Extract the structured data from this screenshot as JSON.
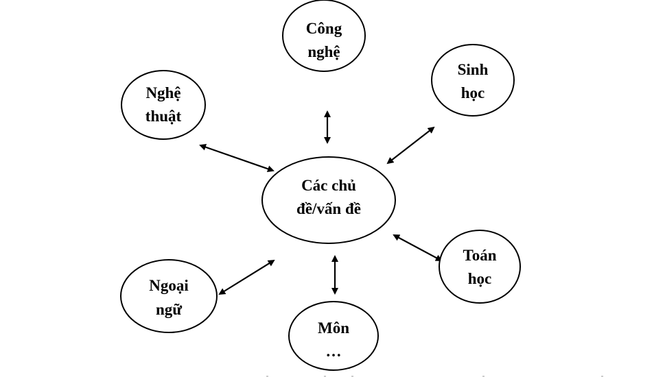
{
  "diagram": {
    "title": "",
    "center": {
      "id": "center",
      "lines": [
        "Các chủ",
        "đề/vấn đề"
      ]
    },
    "nodes": [
      {
        "id": "cong-nghe",
        "lines": [
          "Công",
          "nghệ"
        ]
      },
      {
        "id": "sinh-hoc",
        "lines": [
          "Sinh",
          "học"
        ]
      },
      {
        "id": "nghe-thuat",
        "lines": [
          "Nghệ",
          "thuật"
        ]
      },
      {
        "id": "toan-hoc",
        "lines": [
          "Toán",
          "học"
        ]
      },
      {
        "id": "ngoai-ngu",
        "lines": [
          "Ngoại",
          "ngữ"
        ]
      },
      {
        "id": "mon-khac",
        "lines": [
          "Môn",
          "…"
        ]
      }
    ],
    "edges": [
      {
        "from": "center",
        "to": "cong-nghe",
        "direction": "both"
      },
      {
        "from": "center",
        "to": "sinh-hoc",
        "direction": "both"
      },
      {
        "from": "center",
        "to": "nghe-thuat",
        "direction": "both"
      },
      {
        "from": "center",
        "to": "toan-hoc",
        "direction": "both"
      },
      {
        "from": "center",
        "to": "ngoai-ngu",
        "direction": "both"
      },
      {
        "from": "center",
        "to": "mon-khac",
        "direction": "both"
      }
    ],
    "colors": {
      "stroke": "#000000",
      "fill": "#ffffff",
      "text": "#000000"
    }
  }
}
